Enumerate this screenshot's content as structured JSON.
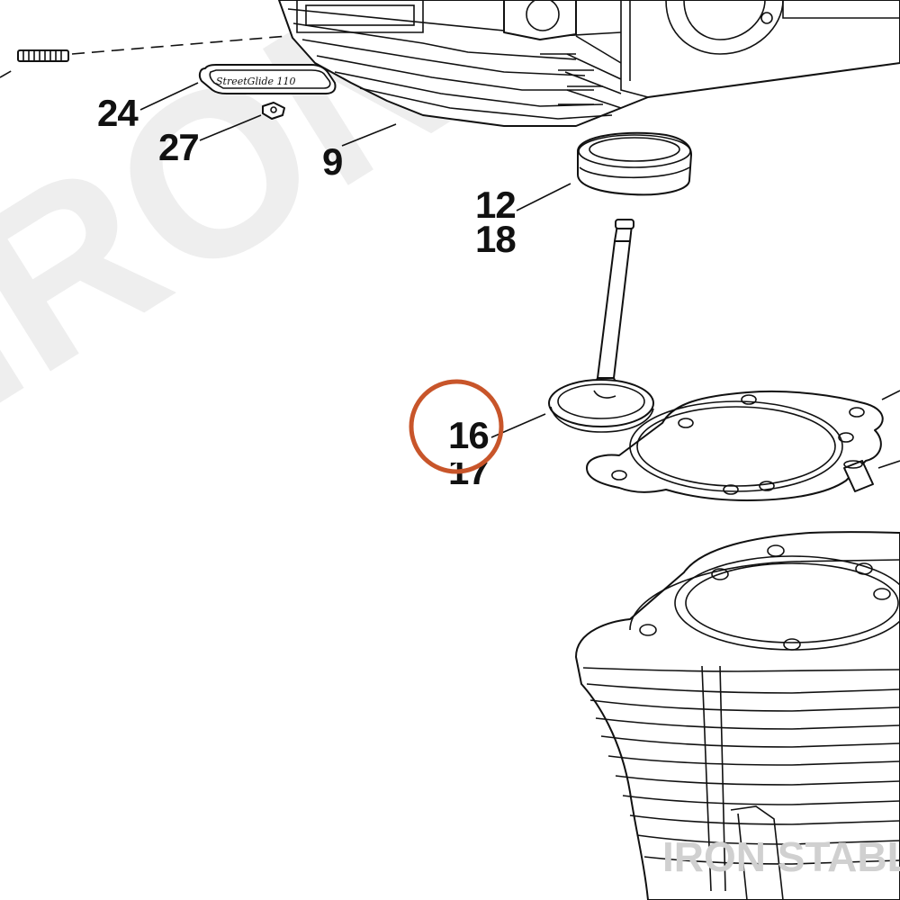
{
  "watermark": {
    "diagonal_text": "IRON STABLE",
    "footer_text": "IRON STABLE"
  },
  "badge": {
    "text": "StreetGlide 110"
  },
  "callouts": [
    {
      "id": "24",
      "text": "24"
    },
    {
      "id": "27",
      "text": "27"
    },
    {
      "id": "9",
      "text": "9"
    },
    {
      "id": "12",
      "text": "12"
    },
    {
      "id": "18",
      "text": "18"
    },
    {
      "id": "16",
      "text": "16"
    },
    {
      "id": "17",
      "text": "17"
    }
  ],
  "highlight": {
    "target": "16",
    "color": "#c8552a"
  },
  "colors": {
    "line": "#111111",
    "watermark": "#ededed",
    "footer": "#d0d0d0"
  }
}
